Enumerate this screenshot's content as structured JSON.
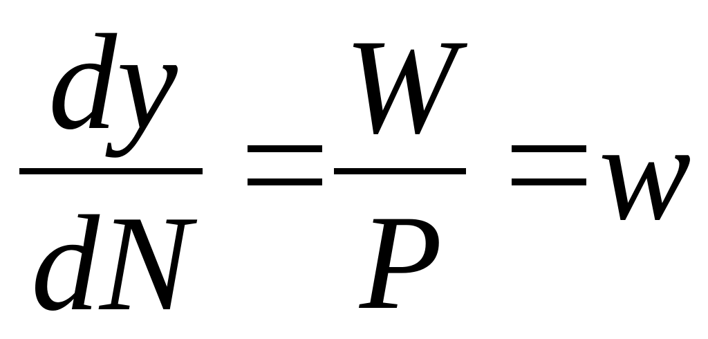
{
  "equation": {
    "frac1": {
      "numerator": "dy",
      "denominator": "dN"
    },
    "equals_1": "=",
    "frac2": {
      "numerator": "W",
      "denominator": "P"
    },
    "equals_2": "=",
    "result": "w"
  }
}
